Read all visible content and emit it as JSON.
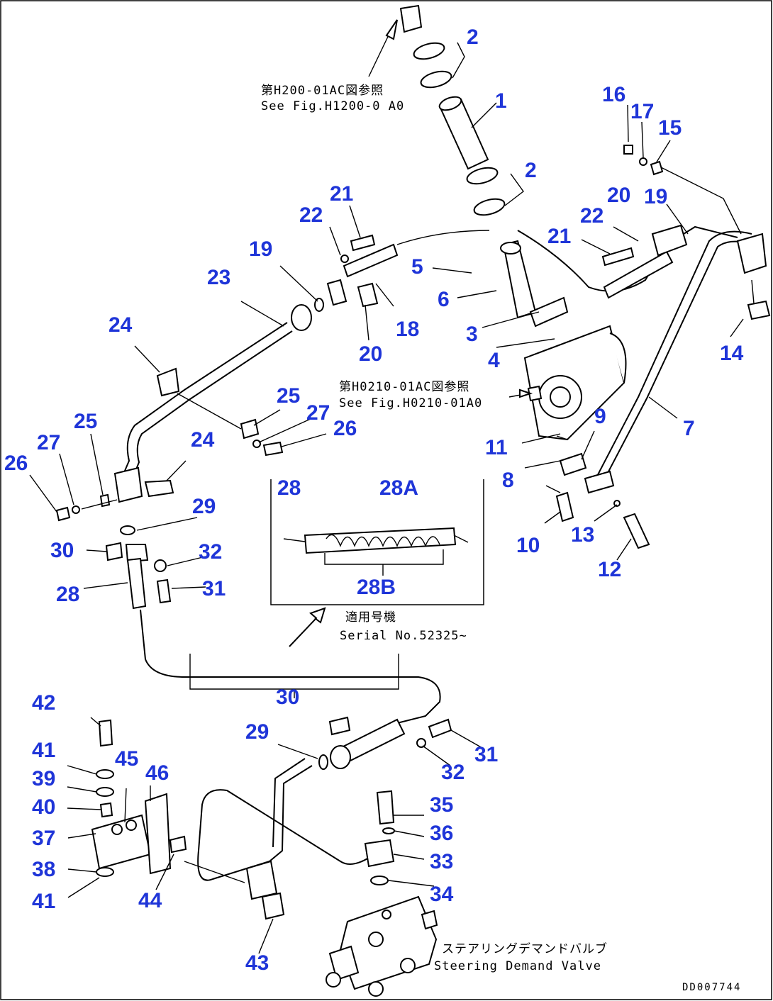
{
  "notes": {
    "top_ref_jp": "第H200-01AC図参照",
    "top_ref_en": "See Fig.H1200-0 A0",
    "pump_ref_jp": "第H0210-01AC図参照",
    "pump_ref_en": "See Fig.H0210-01A0",
    "serial_jp": "適用号機",
    "serial_en": "Serial No.52325~",
    "valve_jp": "ステアリングデマンドバルブ",
    "valve_en": "Steering Demand Valve",
    "drawing_code": "DD007744"
  },
  "callouts": [
    {
      "id": "c2a",
      "label": "2"
    },
    {
      "id": "c1",
      "label": "1"
    },
    {
      "id": "c2b",
      "label": "2"
    },
    {
      "id": "c16",
      "label": "16"
    },
    {
      "id": "c17",
      "label": "17"
    },
    {
      "id": "c15",
      "label": "15"
    },
    {
      "id": "c21a",
      "label": "21"
    },
    {
      "id": "c22a",
      "label": "22"
    },
    {
      "id": "c20a",
      "label": "20"
    },
    {
      "id": "c19a",
      "label": "19"
    },
    {
      "id": "c22b",
      "label": "22"
    },
    {
      "id": "c21b",
      "label": "21"
    },
    {
      "id": "c19b",
      "label": "19"
    },
    {
      "id": "c23",
      "label": "23"
    },
    {
      "id": "c5",
      "label": "5"
    },
    {
      "id": "c6",
      "label": "6"
    },
    {
      "id": "c18",
      "label": "18"
    },
    {
      "id": "c3",
      "label": "3"
    },
    {
      "id": "c24a",
      "label": "24"
    },
    {
      "id": "c20b",
      "label": "20"
    },
    {
      "id": "c4",
      "label": "4"
    },
    {
      "id": "c14",
      "label": "14"
    },
    {
      "id": "c25a",
      "label": "25"
    },
    {
      "id": "c27a",
      "label": "27"
    },
    {
      "id": "c26a",
      "label": "26"
    },
    {
      "id": "c9",
      "label": "9"
    },
    {
      "id": "c7",
      "label": "7"
    },
    {
      "id": "c25b",
      "label": "25"
    },
    {
      "id": "c27b",
      "label": "27"
    },
    {
      "id": "c26b",
      "label": "26"
    },
    {
      "id": "c24b",
      "label": "24"
    },
    {
      "id": "c11",
      "label": "11"
    },
    {
      "id": "c28a",
      "label": "28"
    },
    {
      "id": "c28A",
      "label": "28A"
    },
    {
      "id": "c8",
      "label": "8"
    },
    {
      "id": "c29a",
      "label": "29"
    },
    {
      "id": "c30a",
      "label": "30"
    },
    {
      "id": "c32a",
      "label": "32"
    },
    {
      "id": "c10",
      "label": "10"
    },
    {
      "id": "c13",
      "label": "13"
    },
    {
      "id": "c12",
      "label": "12"
    },
    {
      "id": "c28b",
      "label": "28"
    },
    {
      "id": "c31a",
      "label": "31"
    },
    {
      "id": "c28B",
      "label": "28B"
    },
    {
      "id": "c30b",
      "label": "30"
    },
    {
      "id": "c42",
      "label": "42"
    },
    {
      "id": "c29b",
      "label": "29"
    },
    {
      "id": "c31b",
      "label": "31"
    },
    {
      "id": "c41a",
      "label": "41"
    },
    {
      "id": "c45",
      "label": "45"
    },
    {
      "id": "c46",
      "label": "46"
    },
    {
      "id": "c32b",
      "label": "32"
    },
    {
      "id": "c39",
      "label": "39"
    },
    {
      "id": "c40",
      "label": "40"
    },
    {
      "id": "c35",
      "label": "35"
    },
    {
      "id": "c36",
      "label": "36"
    },
    {
      "id": "c37",
      "label": "37"
    },
    {
      "id": "c33",
      "label": "33"
    },
    {
      "id": "c38",
      "label": "38"
    },
    {
      "id": "c41b",
      "label": "41"
    },
    {
      "id": "c44",
      "label": "44"
    },
    {
      "id": "c34",
      "label": "34"
    },
    {
      "id": "c43",
      "label": "43"
    }
  ]
}
